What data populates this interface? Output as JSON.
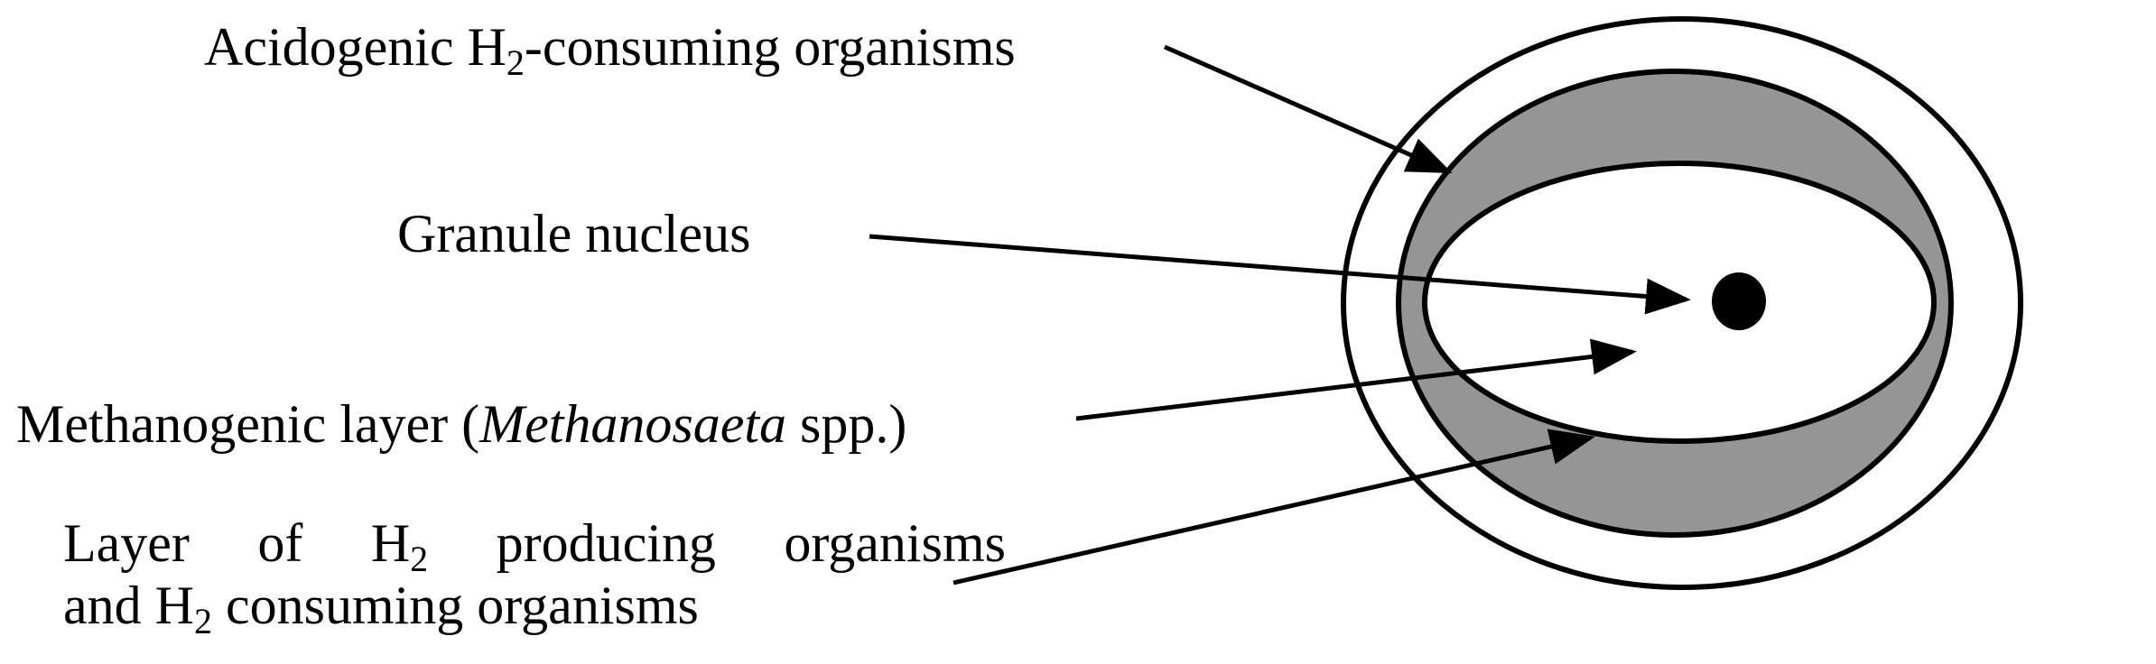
{
  "labels": {
    "acidogenic": {
      "pre": "Acidogenic H",
      "sub": "2",
      "post": "-consuming organisms"
    },
    "nucleus": {
      "text": "Granule nucleus"
    },
    "methanogenic": {
      "pre": "Methanogenic layer (",
      "italic": "Methanosaeta",
      "post": " spp.)"
    },
    "h2_layer": {
      "line1": {
        "w1": "Layer",
        "w2": "of",
        "w3_pre": "H",
        "w3_sub": "2",
        "w4": "producing",
        "w5": "organisms"
      },
      "line2": {
        "pre": "and H",
        "sub": "2",
        "post": " consuming organisms"
      }
    }
  },
  "colors": {
    "outline": "#000000",
    "h2_band_fill": "#959595",
    "background": "#ffffff",
    "nucleus_fill": "#000000"
  }
}
